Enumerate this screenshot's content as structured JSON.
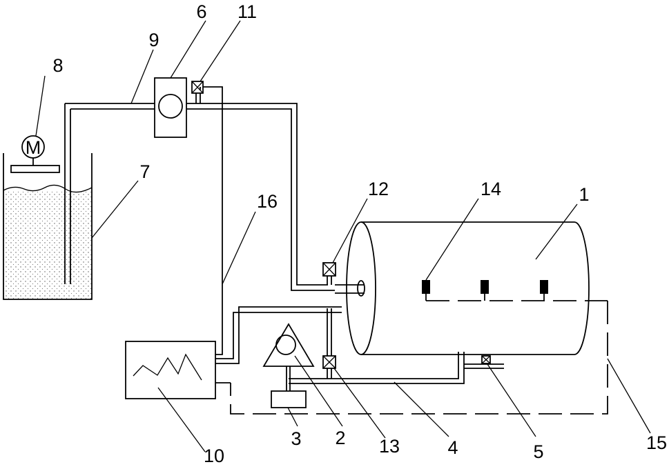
{
  "labels": {
    "l1": "1",
    "l2": "2",
    "l3": "3",
    "l4": "4",
    "l5": "5",
    "l6": "6",
    "l7": "7",
    "l8": "8",
    "l9": "9",
    "l10": "10",
    "l11": "11",
    "l12": "12",
    "l13": "13",
    "l14": "14",
    "l15": "15",
    "l16": "16"
  },
  "motor_symbol": "M",
  "colors": {
    "line": "#000000",
    "background": "#ffffff",
    "water_dots": "#555555"
  },
  "icons": {
    "motor": "motor-icon",
    "pump": "pump-icon",
    "valve": "valve-icon",
    "controller_wave": "zigzag-icon",
    "sensor": "sensor-icon"
  }
}
